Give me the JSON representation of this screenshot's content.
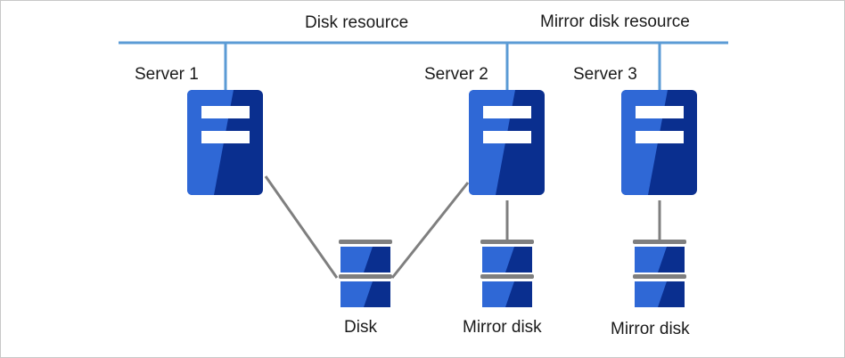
{
  "labels": {
    "disk_resource": "Disk resource",
    "mirror_disk_resource": "Mirror disk resource",
    "server_1": "Server 1",
    "server_2": "Server 2",
    "server_3": "Server 3",
    "disk": "Disk",
    "mirror_disk_1": "Mirror disk",
    "mirror_disk_2": "Mirror disk"
  },
  "colors": {
    "network": "#5b9bd5",
    "server_dark": "#0a2f8f",
    "server_light": "#2f68d6",
    "disk_cap": "#7f7f7f",
    "link": "#7f7f7f"
  }
}
